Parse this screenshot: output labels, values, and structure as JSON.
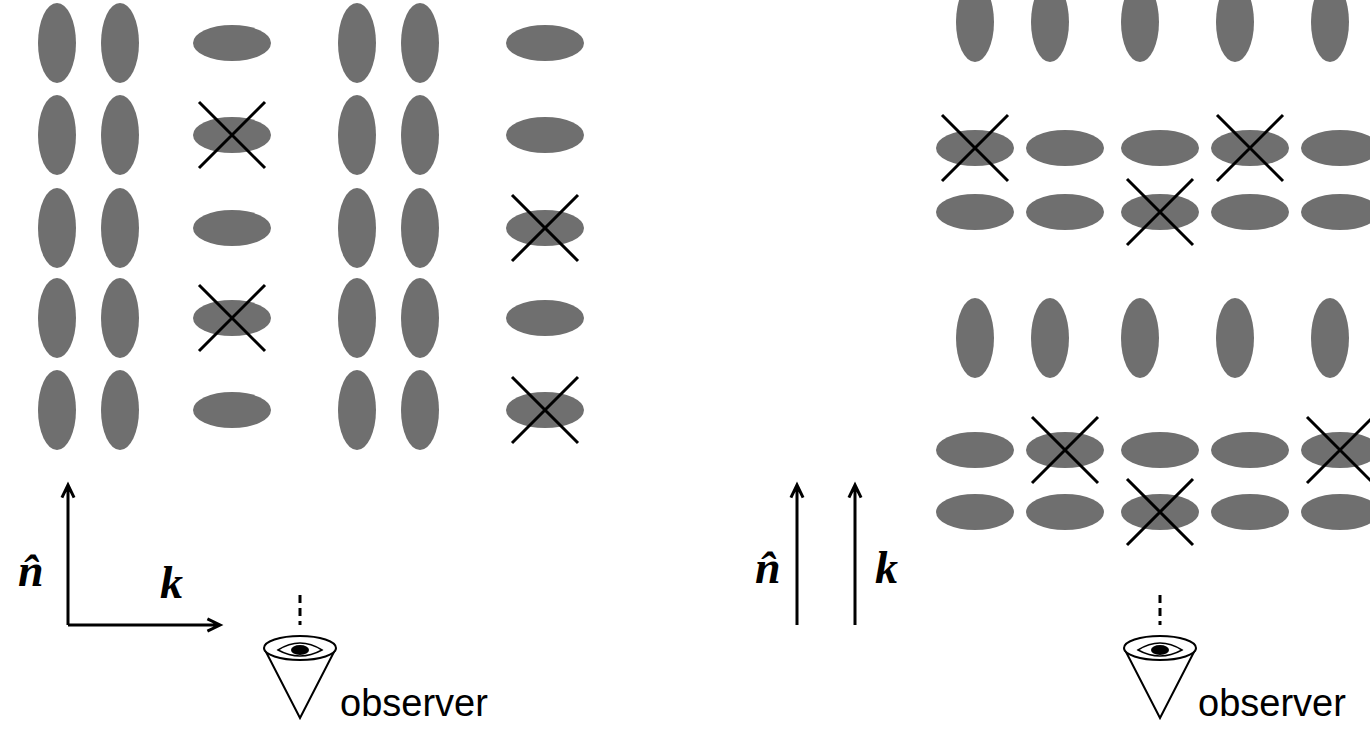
{
  "diagram": {
    "labels": [
      "n̂",
      "k",
      "observer",
      "n̂",
      "k",
      "observer"
    ]
  }
}
